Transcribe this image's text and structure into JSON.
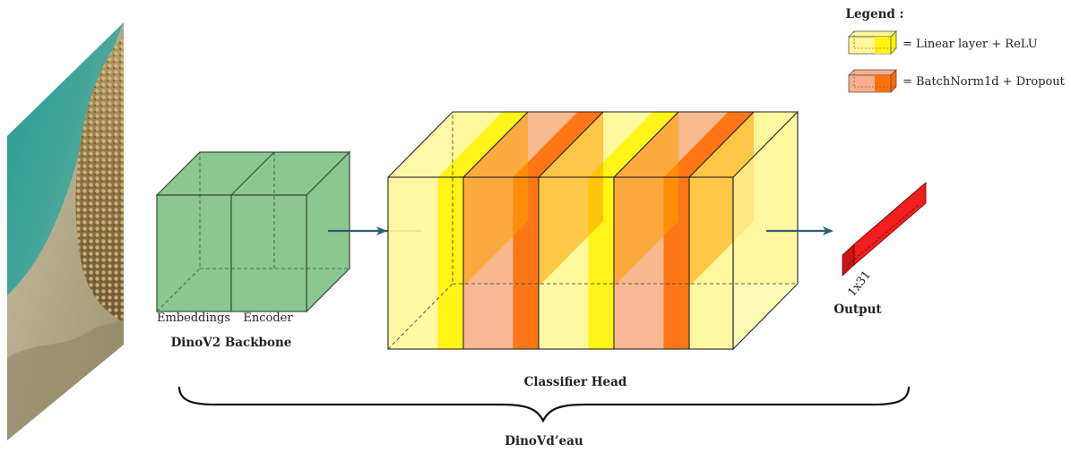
{
  "colors": {
    "backbone_fill": "#8cc690",
    "backbone_stroke": "#2f4f34",
    "linear_relu": "#fff200",
    "linear_relu_light": "#fff799",
    "batchnorm_dropout": "#ff6a00",
    "batchnorm_dropout_light": "#f7b089",
    "output_fill": "#f01e1e",
    "arrow": "#2d5f73"
  },
  "legend": {
    "title": "Legend :",
    "items": [
      {
        "label": "= Linear layer + ReLU",
        "swatch": "linear-relu"
      },
      {
        "label": "= BatchNorm1d + Dropout",
        "swatch": "batchnorm-dropout"
      }
    ]
  },
  "input_image": {
    "icon": "coral-reef-photo"
  },
  "backbone": {
    "blocks": [
      "Embeddings",
      "Encoder"
    ],
    "title": "DinoV2 Backbone"
  },
  "classifier_head": {
    "title": "Classifier Head",
    "layers": [
      "linear-relu",
      "batchnorm-dropout",
      "linear-relu",
      "batchnorm-dropout",
      "linear-relu"
    ]
  },
  "output": {
    "dims": "1x31",
    "title": "Output"
  },
  "model": {
    "title": "DinoVd’eau"
  }
}
